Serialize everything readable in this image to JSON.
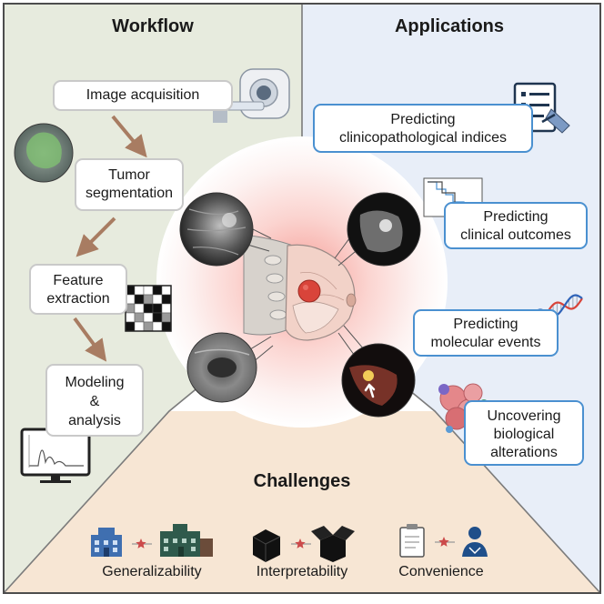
{
  "colors": {
    "workflow_bg": "#e7ebde",
    "applications_bg": "#e8eef8",
    "challenges_bg": "#f7e6d4",
    "arrow": "#a87c62",
    "app_border": "#4a90d0",
    "box_border": "#c9c9c9",
    "tumor": "#d9443a",
    "star": "#cc4a4a"
  },
  "workflow": {
    "title": "Workflow",
    "steps": [
      {
        "lines": [
          "Image acquisition"
        ],
        "icon": "mri-scanner-icon"
      },
      {
        "lines": [
          "Tumor",
          "segmentation"
        ],
        "icon": "segmented-tumor-icon"
      },
      {
        "lines": [
          "Feature",
          "extraction"
        ],
        "icon": "feature-matrix-icon"
      },
      {
        "lines": [
          "Modeling",
          "&",
          "analysis"
        ],
        "icon": "monitor-chart-icon"
      }
    ]
  },
  "applications": {
    "title": "Applications",
    "items": [
      {
        "lines": [
          "Predicting",
          "clinicopathological indices"
        ],
        "icon": "clipboard-pen-icon"
      },
      {
        "lines": [
          "Predicting",
          "clinical outcomes"
        ],
        "icon": "survival-curve-icon"
      },
      {
        "lines": [
          "Predicting",
          "molecular events"
        ],
        "icon": "dna-icon"
      },
      {
        "lines": [
          "Uncovering",
          "biological",
          "alterations"
        ],
        "icon": "cell-cluster-icon"
      }
    ]
  },
  "challenges": {
    "title": "Challenges",
    "items": [
      {
        "label": "Generalizability",
        "icon": "hospitals-icon"
      },
      {
        "label": "Interpretability",
        "icon": "black-box-icon"
      },
      {
        "label": "Convenience",
        "icon": "clipboard-doctor-icon"
      }
    ]
  },
  "center": {
    "illustration": "breast-anatomy-icon",
    "modalities": [
      "mammogram-icon",
      "mri-breast-icon",
      "ultrasound-icon",
      "pet-ct-icon"
    ]
  }
}
